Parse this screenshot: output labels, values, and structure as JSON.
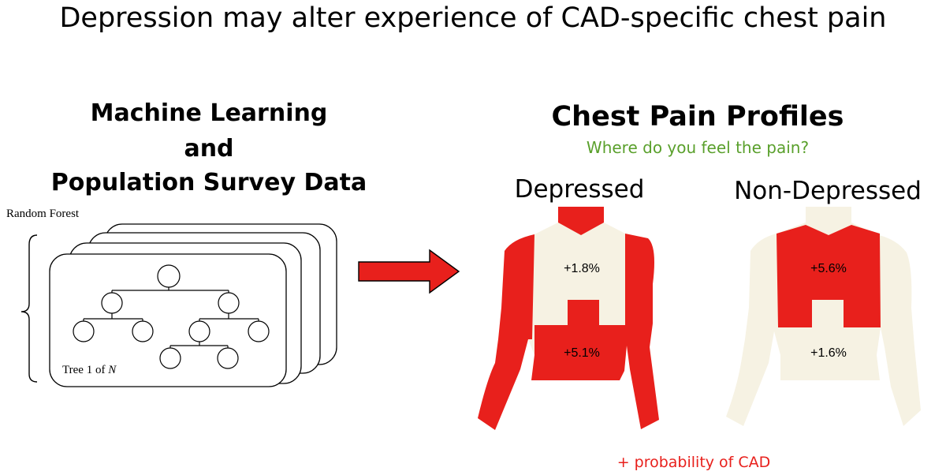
{
  "title": "Depression may alter experience of CAD-specific chest pain",
  "left_panel": {
    "heading_lines": [
      "Machine Learning",
      "and",
      "Population Survey Data"
    ],
    "random_forest_label": "Random Forest",
    "tree_caption_prefix": "Tree 1 of ",
    "tree_caption_n": "N"
  },
  "right_panel": {
    "heading": "Chest Pain Profiles",
    "question": "Where do you feel the pain?",
    "groups": [
      {
        "label": "Depressed",
        "upper_chest_pct": "+1.8%",
        "lower_chest_pct": "+5.1%"
      },
      {
        "label": "Non-Depressed",
        "upper_chest_pct": "+5.6%",
        "lower_chest_pct": "+1.6%"
      }
    ],
    "legend": "+ probability of CAD"
  },
  "colors": {
    "highlight_red": "#e8201c",
    "body_cream": "#f6f2e3",
    "question_green": "#5aa02c"
  }
}
